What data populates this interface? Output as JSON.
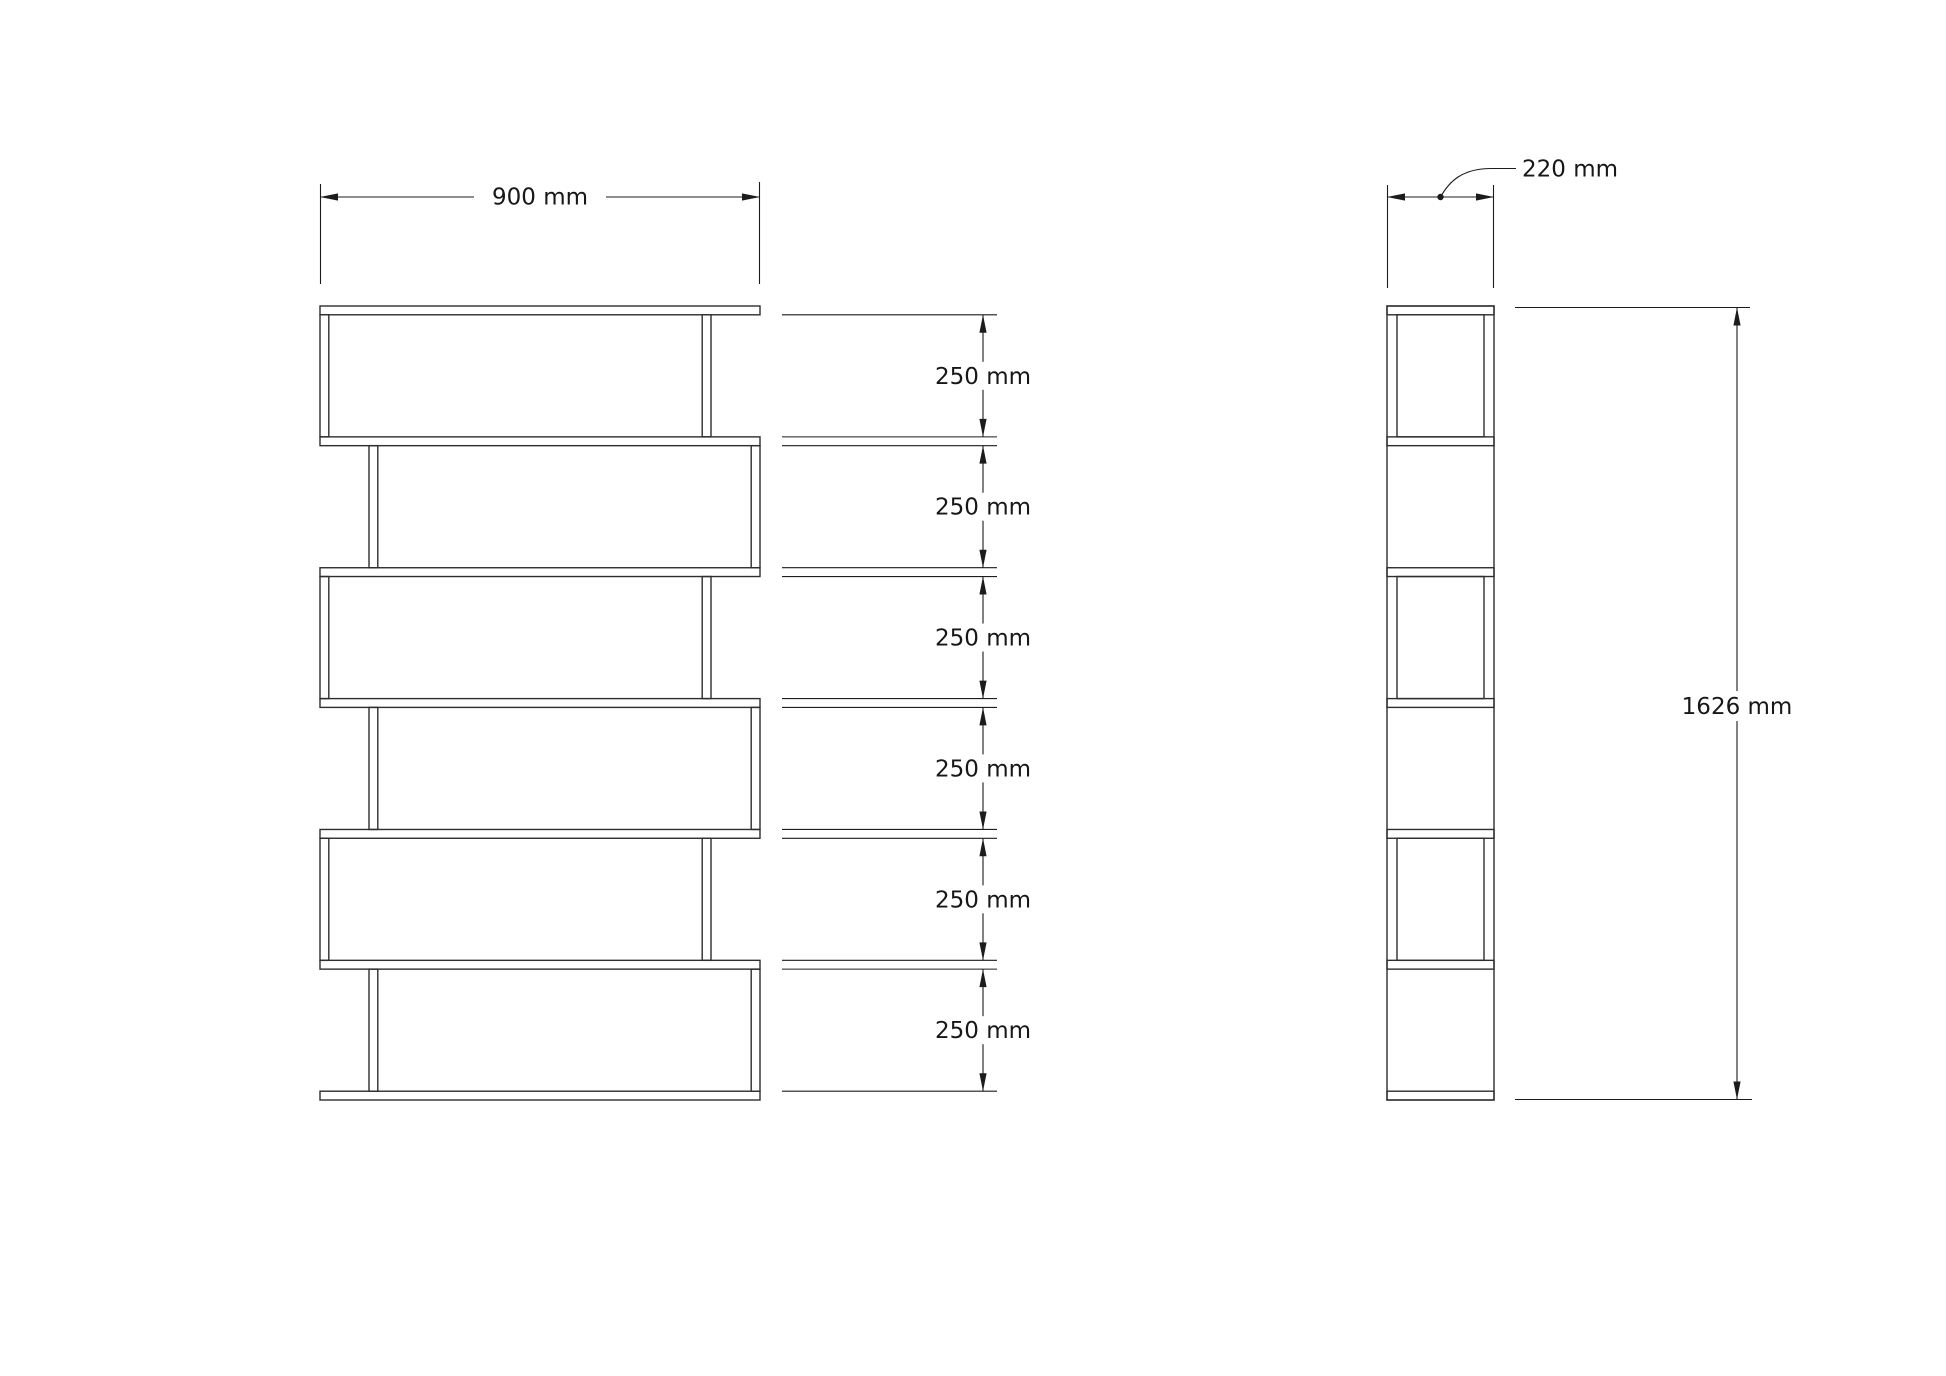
{
  "drawing": {
    "type": "furniture technical drawing, zigzag bookshelf, front and side elevation",
    "labels": {
      "width": "900 mm",
      "depth": "220 mm",
      "height": "1626 mm",
      "openings": [
        "250 mm",
        "250 mm",
        "250 mm",
        "250 mm",
        "250 mm",
        "250 mm"
      ]
    },
    "values_mm": {
      "overall_width": 900,
      "overall_depth": 220,
      "overall_height": 1626,
      "shelf_opening_height": 250,
      "opening_count": 6
    },
    "colors": {
      "background": "#ffffff",
      "geometry_line": "#2e2e2e",
      "dimension_line": "#1c1c1c",
      "text": "#171717"
    }
  }
}
